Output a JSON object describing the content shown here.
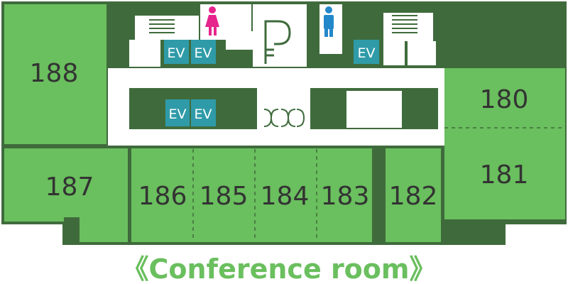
{
  "colors": {
    "room_fill": "#6abf5e",
    "wall": "#3f6b3c",
    "corridor": "#ffffff",
    "elevator": "#2f9ba8",
    "female_icon": "#e6248c",
    "male_icon": "#2388c9",
    "caption": "#6abf5e"
  },
  "rooms": {
    "r188": "188",
    "r187": "187",
    "r186": "186",
    "r185": "185",
    "r184": "184",
    "r183": "183",
    "r182": "182",
    "r181": "181",
    "r180": "180"
  },
  "elevators": [
    "EV",
    "EV",
    "EV",
    "EV",
    "EV"
  ],
  "icons": {
    "female_restroom": "female-restroom-icon",
    "male_restroom": "male-restroom-icon",
    "parking": "parking-icon",
    "stairs": "stairs-icon",
    "doors": "door-icon"
  },
  "caption": "《Conference room》"
}
